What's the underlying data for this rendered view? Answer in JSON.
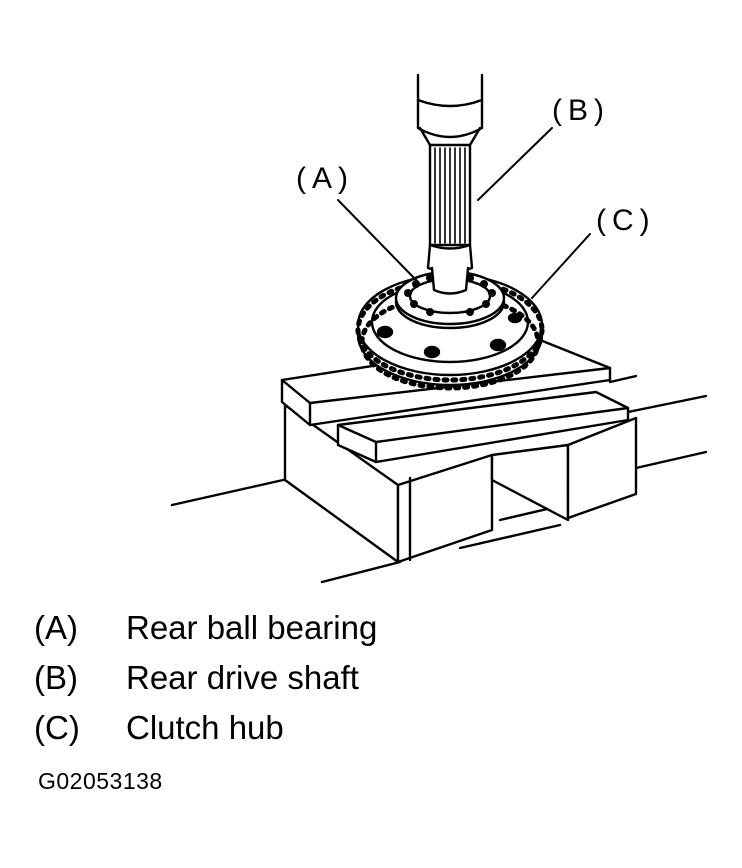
{
  "callouts": {
    "a": "(A)",
    "b": "(B)",
    "c": "(C)"
  },
  "legend": [
    {
      "key": "(A)",
      "description": "Rear ball bearing"
    },
    {
      "key": "(B)",
      "description": "Rear drive shaft"
    },
    {
      "key": "(C)",
      "description": "Clutch hub"
    }
  ],
  "figure_id": "G02053138"
}
